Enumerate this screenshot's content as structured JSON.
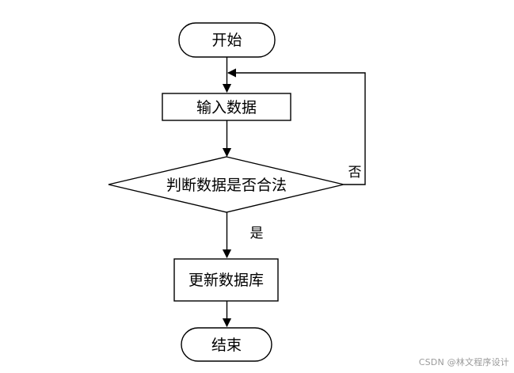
{
  "nodes": {
    "start": "开始",
    "input": "输入数据",
    "decision": "判断数据是否合法",
    "update": "更新数据库",
    "end": "结束"
  },
  "edges": {
    "yes_label": "是",
    "no_label": "否"
  },
  "watermark": "CSDN @林文程序设计"
}
